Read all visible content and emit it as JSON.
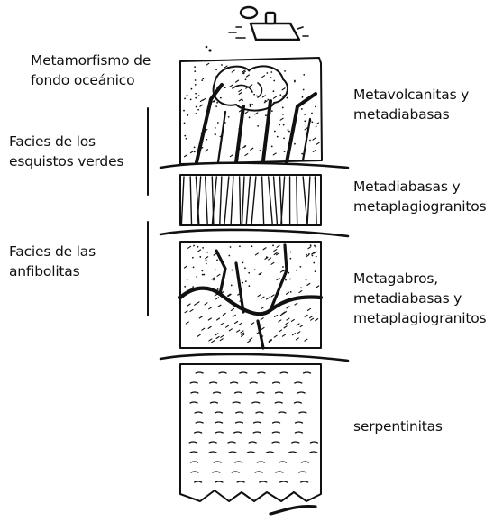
{
  "left_labels": [
    {
      "lines": [
        "Metamorfismo de",
        "fondo oceánico"
      ]
    },
    {
      "lines": [
        "Facies de los",
        "esquistos verdes"
      ]
    },
    {
      "lines": [
        "Facies de las",
        "anfibolitas"
      ]
    }
  ],
  "right_labels": [
    {
      "lines": [
        "Metavolcanitas y",
        "metadiabasas"
      ]
    },
    {
      "lines": [
        "Metadiabasas y",
        "metaplagiogranitos"
      ]
    },
    {
      "lines": [
        "Metagabros,",
        "metadiabasas y",
        "metaplagiogranitos"
      ]
    },
    {
      "lines": [
        "serpentinitas"
      ]
    }
  ],
  "colors": {
    "ink": "#111111",
    "background": "#ffffff"
  }
}
